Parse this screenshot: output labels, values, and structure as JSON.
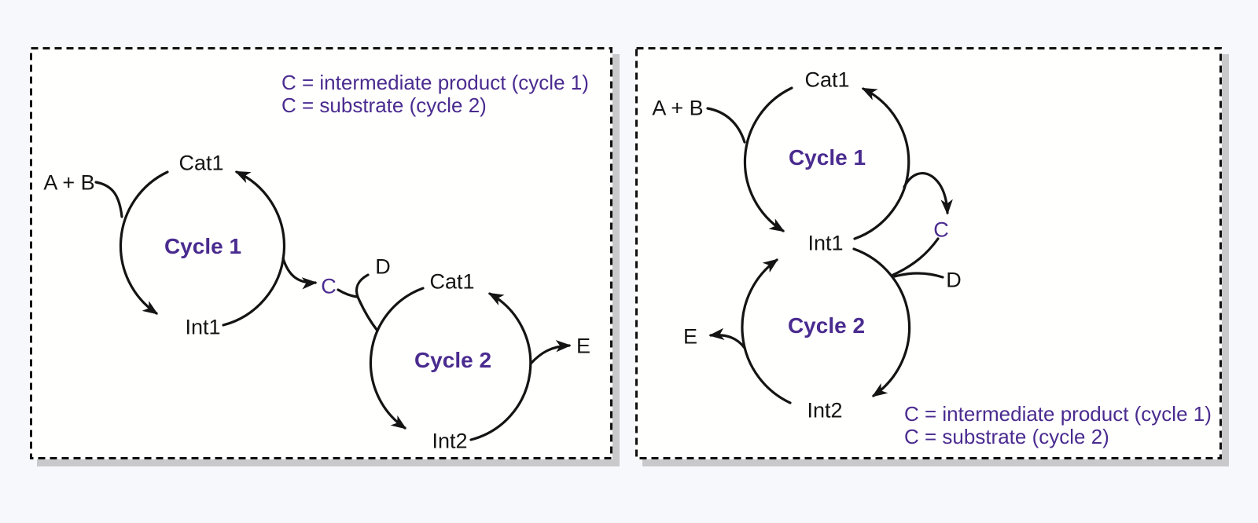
{
  "colors": {
    "accent_purple": "#4a2b8f",
    "ink": "#141414",
    "panel_background": "#fffffe",
    "page_background": "#f7f8fc",
    "panel_shadow": "#c9c9cc"
  },
  "left_panel": {
    "legend": [
      "C = intermediate product (cycle 1)",
      "C = substrate (cycle 2)"
    ],
    "cycle1": {
      "title": "Cycle 1",
      "catalyst": "Cat1",
      "intermediate": "Int1",
      "substrates": "A + B",
      "product": "C"
    },
    "cycle2": {
      "title": "Cycle 2",
      "catalyst": "Cat1",
      "intermediate": "Int2",
      "substrate": "D",
      "product": "E"
    }
  },
  "right_panel": {
    "legend": [
      "C = intermediate product (cycle 1)",
      "C = substrate (cycle 2)"
    ],
    "cycle1": {
      "title": "Cycle 1",
      "catalyst": "Cat1",
      "intermediate": "Int1",
      "substrates": "A + B",
      "product": "C"
    },
    "cycle2": {
      "title": "Cycle 2",
      "intermediate": "Int2",
      "substrate": "D",
      "product": "E"
    }
  }
}
